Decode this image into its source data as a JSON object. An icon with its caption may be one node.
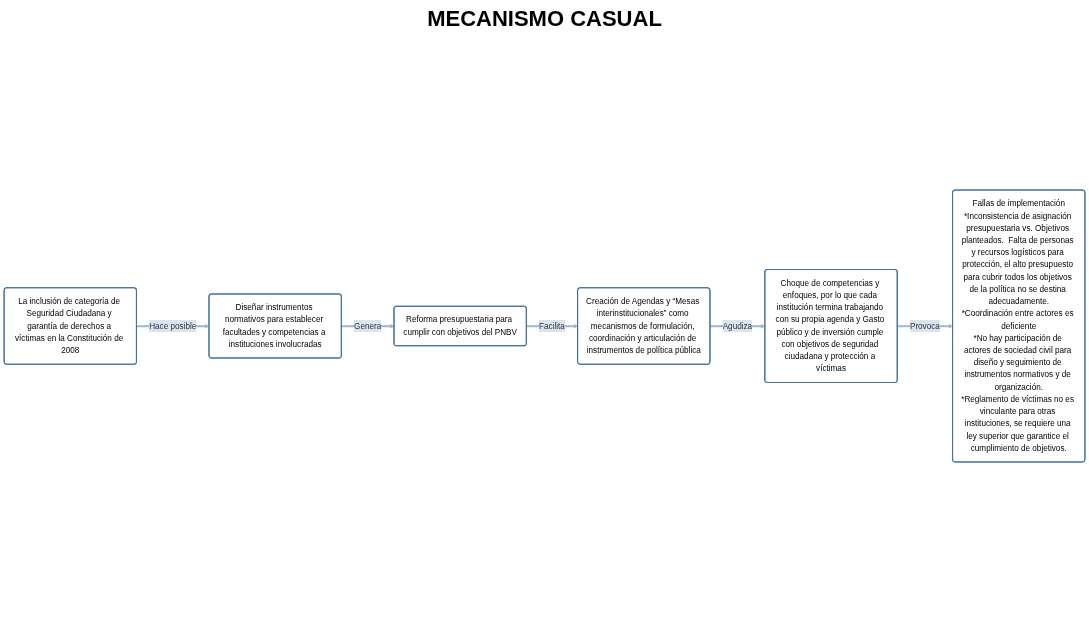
{
  "diagram": {
    "title": "MECANISMO CASUAL",
    "nodes": [
      {
        "text": [
          "La inclusión de categoría de Seguridad Ciudadana y garantía de derechos a víctimas en la Constitución de 2008"
        ]
      },
      {
        "text": [
          "Diseñar instrumentos normativos para establecer facultades y competencias a instituciones involucradas"
        ]
      },
      {
        "text": [
          "Reforma presupuestaria para cumplir con objetivos del PNBV"
        ]
      },
      {
        "text": [
          "Creación de Agendas y “Mesas interinstitucionales” como mecanismos de formulación, coordinación y articulación de instrumentos de política pública"
        ]
      },
      {
        "text": [
          "Choque de competencias y enfoques, por lo que cada institución termina trabajando con su propia agenda y Gasto público y de inversión cumple con objetivos de seguridad ciudadana y protección a víctimas"
        ]
      },
      {
        "text": [
          "Fallas de implementación",
          "*Inconsistencia de asignación presupuestaria vs. Objetivos planteados.  Falta de personas y recursos logísticos para protección, el alto presupuesto para cubrir todos los objetivos de la política no se destina adecuadamente.",
          "*Coordinación entre actores es deficiente",
          "*No hay participación de actores de sociedad civil para diseño y seguimiento de instrumentos normativos y de organización.",
          "*Reglamento de víctimas no es vinculante para otras instituciones, se requiere una ley superior que garantice el cumplimiento de objetivos."
        ]
      }
    ],
    "edges": [
      {
        "from": 0,
        "to": 1,
        "arrow": "to",
        "label": "Hace posible"
      },
      {
        "from": 1,
        "to": 2,
        "arrow": "to",
        "label": "Genera"
      },
      {
        "from": 2,
        "to": 3,
        "arrow": "to",
        "label": "Facilita"
      },
      {
        "from": 3,
        "to": 4,
        "arrow": "to",
        "label": "Agudiza"
      },
      {
        "from": 4,
        "to": 5,
        "arrow": "to",
        "label": "Provoca"
      }
    ]
  }
}
